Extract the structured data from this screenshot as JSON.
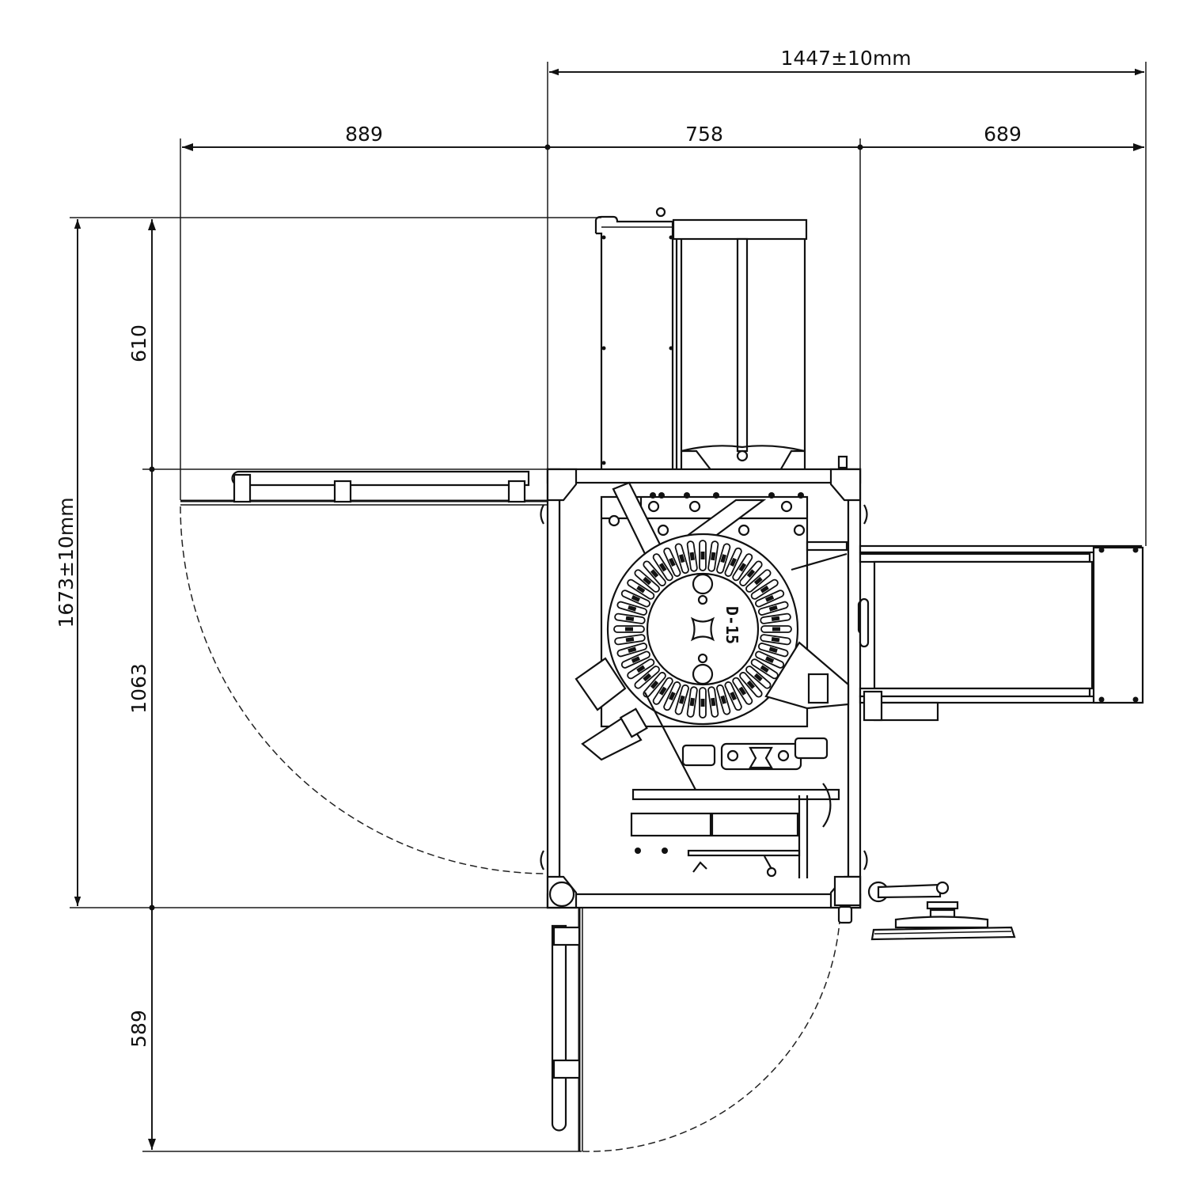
{
  "drawing": {
    "title": "Machine top-view layout with overall dimensions",
    "units": "mm",
    "model_label": "D-15"
  },
  "dimensions": {
    "overall_width": "1447±10mm",
    "overall_depth": "1673±10mm",
    "left_door_swing": "889",
    "machine_body_width": "758",
    "right_conveyor": "689",
    "top_hopper": "610",
    "machine_body_depth": "1063",
    "bottom_door_swing": "589"
  },
  "components": [
    {
      "name": "top-hopper",
      "label": ""
    },
    {
      "name": "rotary-turret",
      "label": "D-15"
    },
    {
      "name": "left-door",
      "label": ""
    },
    {
      "name": "bottom-door",
      "label": ""
    },
    {
      "name": "right-discharge-conveyor",
      "label": ""
    },
    {
      "name": "handwheel",
      "label": ""
    }
  ]
}
